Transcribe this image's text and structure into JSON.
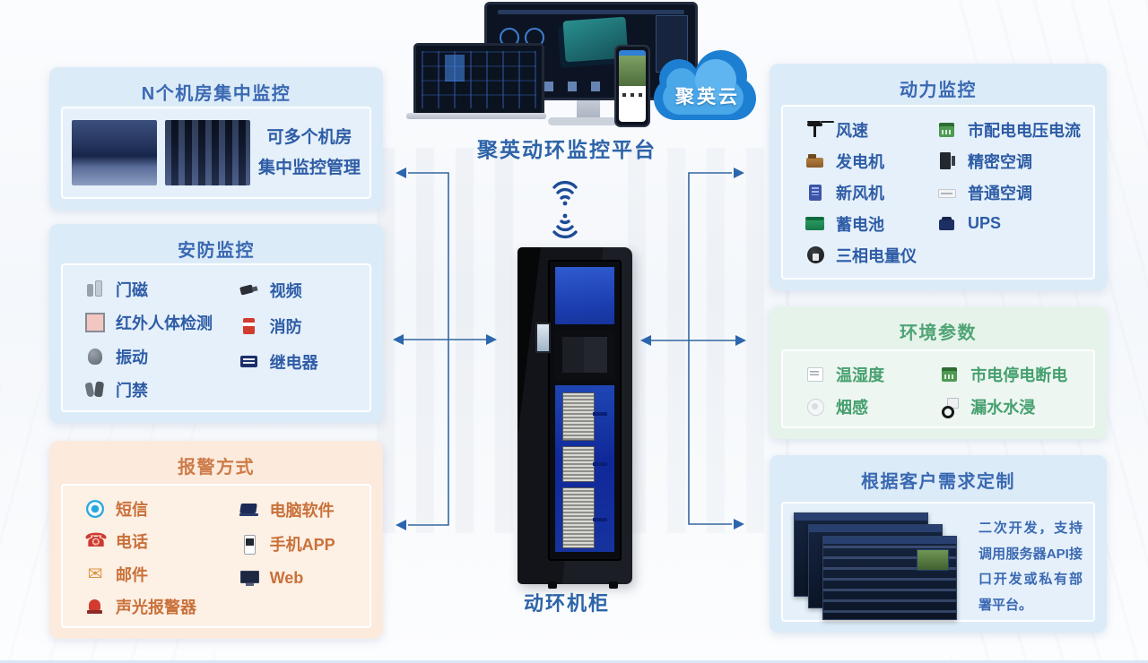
{
  "center": {
    "platform_label": "聚英动环监控平台",
    "cloud_label": "聚英云",
    "cabinet_label": "动环机柜"
  },
  "panels": {
    "rooms": {
      "title": "N个机房集中监控",
      "caption": [
        "可多个机房",
        "集中监控管理"
      ]
    },
    "security": {
      "title": "安防监控",
      "columns": [
        {
          "items": [
            {
              "label": "门磁",
              "icon": "door-magnet-icon"
            },
            {
              "label": "红外人体检测",
              "icon": "infrared-detector-icon"
            },
            {
              "label": "振动",
              "icon": "vibration-sensor-icon"
            },
            {
              "label": "门禁",
              "icon": "access-control-icon"
            }
          ]
        },
        {
          "items": [
            {
              "label": "视频",
              "icon": "video-camera-icon"
            },
            {
              "label": "消防",
              "icon": "fire-extinguisher-icon"
            },
            {
              "label": "继电器",
              "icon": "relay-icon"
            }
          ]
        }
      ]
    },
    "alarm": {
      "title": "报警方式",
      "columns": [
        {
          "items": [
            {
              "label": "短信",
              "icon": "sms-icon"
            },
            {
              "label": "电话",
              "icon": "telephone-icon"
            },
            {
              "label": "邮件",
              "icon": "mail-icon"
            },
            {
              "label": "声光报警器",
              "icon": "siren-icon"
            }
          ]
        },
        {
          "items": [
            {
              "label": "电脑软件",
              "icon": "computer-software-icon"
            },
            {
              "label": "手机APP",
              "icon": "mobile-app-icon"
            },
            {
              "label": "Web",
              "icon": "web-monitor-icon"
            }
          ]
        }
      ]
    },
    "power": {
      "title": "动力监控",
      "columns": [
        {
          "items": [
            {
              "label": "风速",
              "icon": "anemometer-icon"
            },
            {
              "label": "发电机",
              "icon": "generator-icon"
            },
            {
              "label": "新风机",
              "icon": "fresh-air-fan-icon"
            },
            {
              "label": "蓄电池",
              "icon": "battery-icon"
            },
            {
              "label": "三相电量仪",
              "icon": "three-phase-meter-icon"
            }
          ]
        },
        {
          "items": [
            {
              "label": "市配电电压电流",
              "icon": "distribution-meter-icon"
            },
            {
              "label": "精密空调",
              "icon": "precision-ac-icon"
            },
            {
              "label": "普通空调",
              "icon": "normal-ac-icon"
            },
            {
              "label": "UPS",
              "icon": "ups-icon"
            }
          ]
        }
      ]
    },
    "environment": {
      "title": "环境参数",
      "columns": [
        {
          "items": [
            {
              "label": "温湿度",
              "icon": "temp-humidity-icon"
            },
            {
              "label": "烟感",
              "icon": "smoke-sensor-icon"
            }
          ]
        },
        {
          "items": [
            {
              "label": "市电停电断电",
              "icon": "power-outage-meter-icon"
            },
            {
              "label": "漏水水浸",
              "icon": "water-leak-icon"
            }
          ]
        }
      ]
    },
    "custom": {
      "title": "根据客户需求定制",
      "description": "二次开发，支持调用服务器API接口开发或私有部署平台。"
    }
  },
  "colors": {
    "panel_blue": "#dcebf8",
    "panel_orange": "#fcebdc",
    "panel_green": "#e6f3ea",
    "text_blue": "#2e5ca6",
    "text_orange": "#c9713a",
    "text_green": "#46a06f",
    "connector": "#33679f",
    "cloud_dark": "#1d7fd2",
    "cloud_light": "#4aa7e8"
  }
}
